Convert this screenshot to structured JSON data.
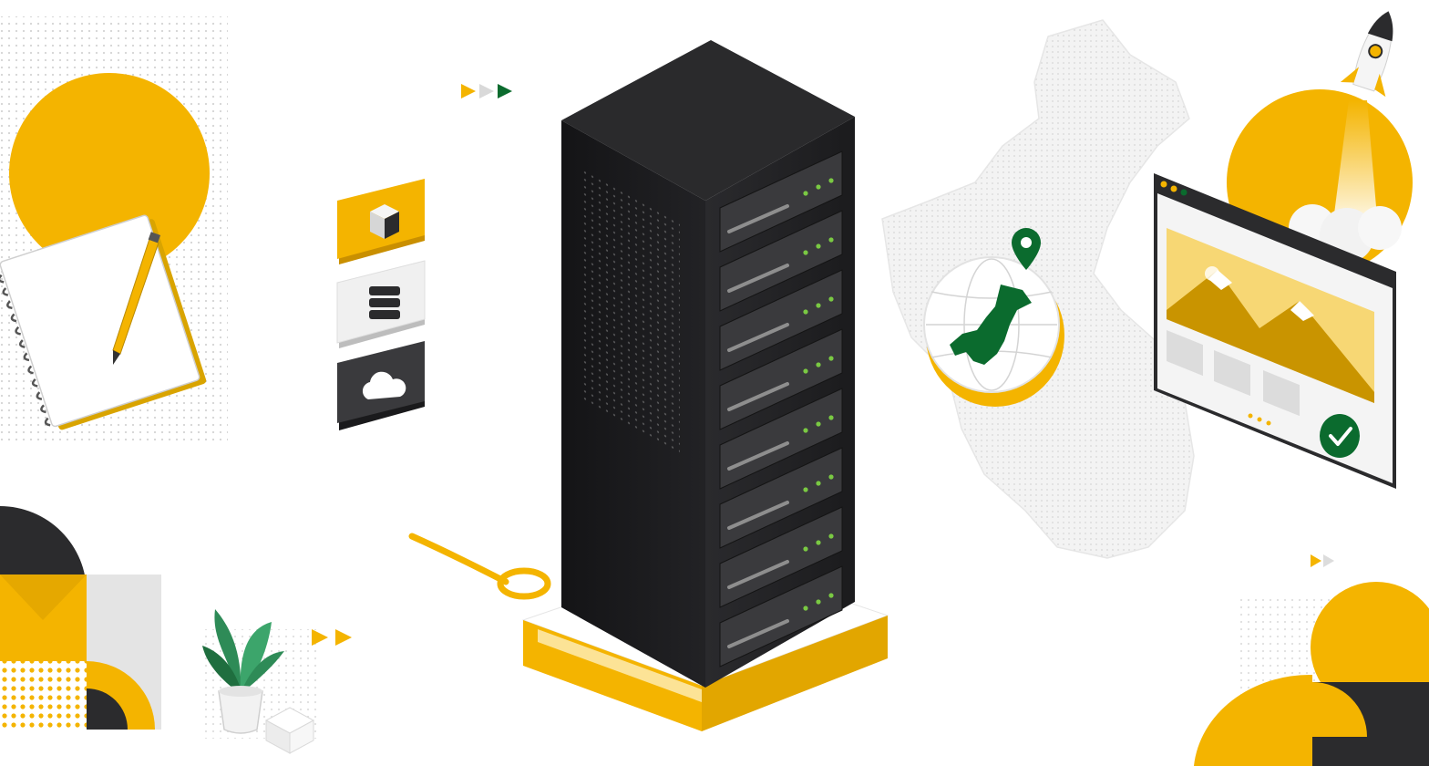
{
  "illustration": {
    "colors": {
      "brand_yellow": "#F4B400",
      "dark": "#2B2B2D",
      "server_body": "#1E1E20",
      "led_green": "#7AC943",
      "pakistan_green": "#0B6B2E",
      "light_gray": "#E6E6E6",
      "white": "#FFFFFF"
    },
    "elements": {
      "notebook": "notebook-with-pencil",
      "server": "server-rack",
      "service_tiles": [
        "box-icon",
        "database-icon",
        "cloud-icon"
      ],
      "globe": "globe-with-pakistan-map",
      "location_pin": "location-pin-icon",
      "browser": "browser-window-with-mountain-image",
      "rocket": "rocket-icon",
      "check": "check-circle-icon",
      "plant": "potted-plant",
      "arrows": "play-arrow-icons"
    }
  }
}
